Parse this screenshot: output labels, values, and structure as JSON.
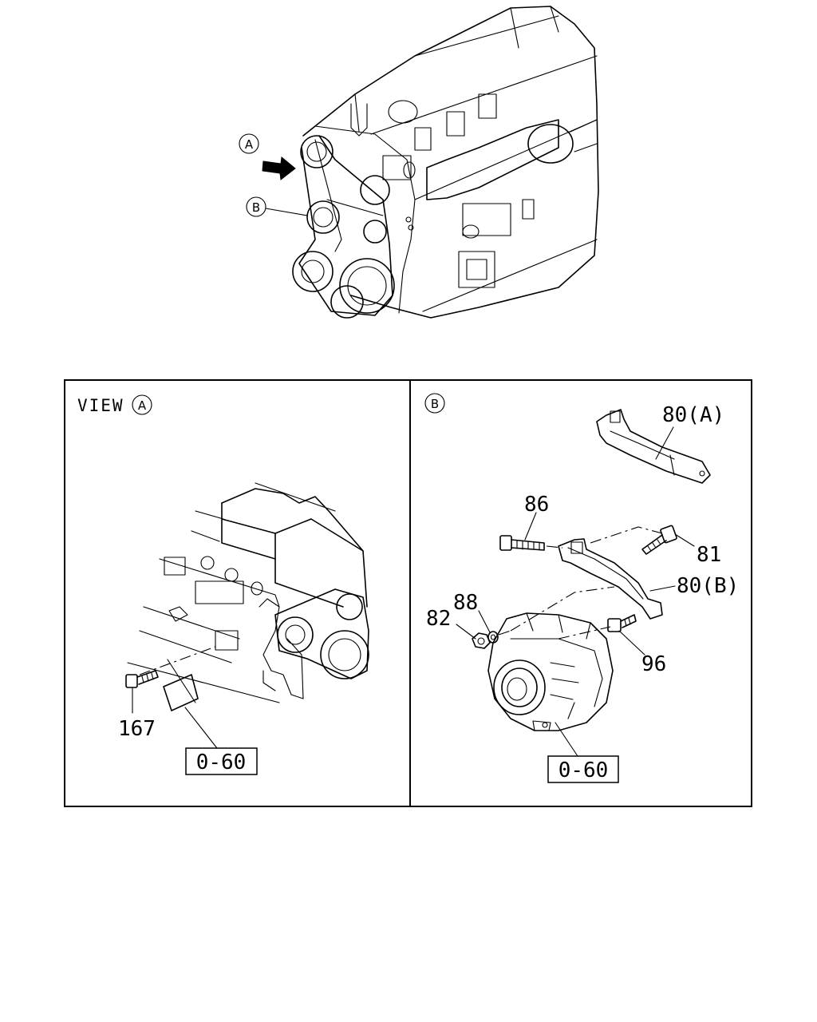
{
  "overview": {
    "callout_a": "A",
    "callout_b": "B"
  },
  "panel_a": {
    "view_word": "VIEW",
    "view_letter": "A",
    "part_167": "167",
    "ref_box": "0-60"
  },
  "panel_b": {
    "letter": "B",
    "part_80a": "80(A)",
    "part_86": "86",
    "part_81": "81",
    "part_80b": "80(B)",
    "part_82": "82",
    "part_88": "88",
    "part_96": "96",
    "ref_box": "0-60"
  }
}
